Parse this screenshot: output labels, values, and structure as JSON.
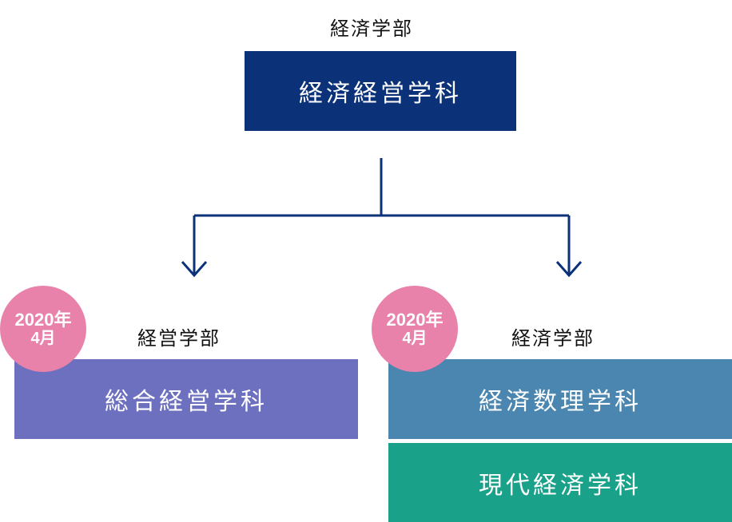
{
  "top": {
    "faculty": "経済学部",
    "department": "経済経営学科"
  },
  "left": {
    "badge_year": "2020年",
    "badge_month": "4月",
    "faculty": "経営学部",
    "department": "総合経営学科"
  },
  "right": {
    "badge_year": "2020年",
    "badge_month": "4月",
    "faculty": "経済学部",
    "departments": [
      "経済数理学科",
      "現代経済学科"
    ]
  },
  "colors": {
    "top_box": "#0b3278",
    "left_box": "#6c70bf",
    "right_box_1": "#4a86af",
    "right_box_2": "#1aa18a",
    "badge": "#e882ab",
    "connector": "#0b3278"
  }
}
